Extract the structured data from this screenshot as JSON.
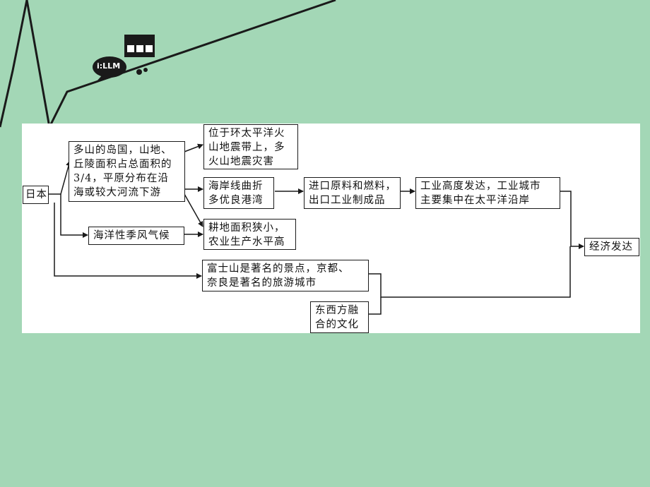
{
  "decoration": {
    "logo_text": "i:LLM"
  },
  "diagram": {
    "root": "日本",
    "geo": [
      "多山的岛国，山地、",
      "丘陵面积占总面积的",
      "3/4，平原分布在沿",
      "海或较大河流下游"
    ],
    "quake": [
      "位于环太平洋火",
      "山地震带上，多",
      "火山地震灾害"
    ],
    "coast": [
      "海岸线曲折",
      "多优良港湾"
    ],
    "climate": "海洋性季风气候",
    "farm": [
      "耕地面积狭小，",
      "农业生产水平高"
    ],
    "import_export": [
      "进口原料和燃料，",
      "出口工业制成品"
    ],
    "industry": [
      "工业高度发达，工业城市",
      "主要集中在太平洋沿岸"
    ],
    "economy": "经济发达",
    "tourism": [
      "富士山是著名的景点，京都、",
      "奈良是著名的旅游城市"
    ],
    "culture": [
      "东西方融",
      "合的文化"
    ]
  }
}
